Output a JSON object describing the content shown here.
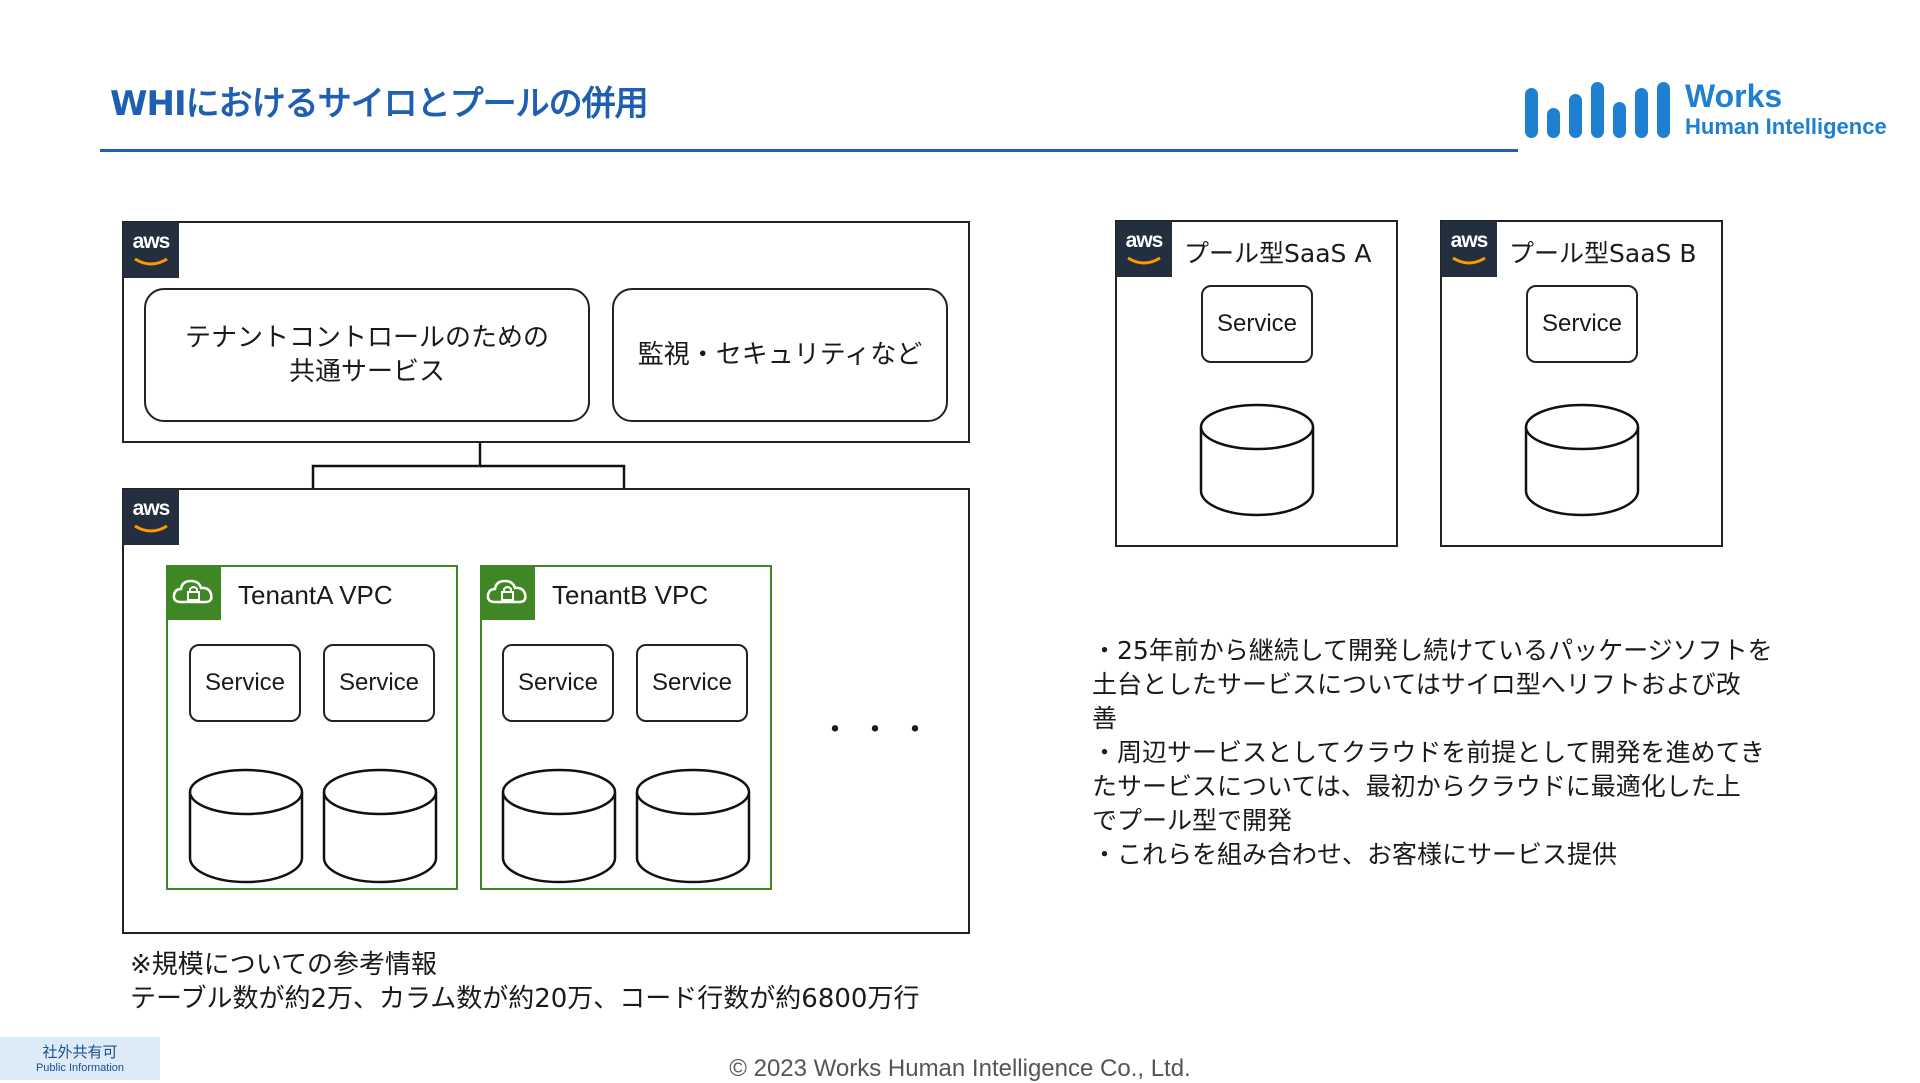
{
  "slide": {
    "title": "WHIにおけるサイロとプールの併用",
    "logo": {
      "word1": "Works",
      "word2": "Human Intelligence"
    },
    "footer": "© 2023 Works Human Intelligence Co., Ltd.",
    "share_badge": {
      "line1": "社外共有可",
      "line2": "Public Information"
    }
  },
  "diagram": {
    "aws_badge": "aws",
    "control": {
      "common_services": [
        "テナントコントロールのための",
        "共通サービス"
      ],
      "monitoring": "監視・セキュリティなど"
    },
    "tenants": [
      {
        "name": "TenantA VPC",
        "services": [
          "Service",
          "Service"
        ]
      },
      {
        "name": "TenantB VPC",
        "services": [
          "Service",
          "Service"
        ]
      }
    ],
    "ellipsis": "・・・",
    "pool": [
      {
        "name": "プール型SaaS A",
        "service": "Service"
      },
      {
        "name": "プール型SaaS B",
        "service": "Service"
      }
    ]
  },
  "bullets": [
    "・25年前から継続して開発し続けているパッケージソフトを",
    "土台としたサービスについてはサイロ型へリフトおよび改",
    "善",
    "・周辺サービスとしてクラウドを前提として開発を進めてき",
    "たサービスについては、最初からクラウドに最適化した上",
    "でプール型で開発",
    "・これらを組み合わせ、お客様にサービス提供"
  ],
  "note": [
    "※規模についての参考情報",
    "テーブル数が約2万、カラム数が約20万、コード行数が約6800万行"
  ],
  "colors": {
    "title_blue": "#1f5fb0",
    "aws_dark": "#232f3e",
    "vpc_green": "#3f8624",
    "logo_blue": "#1f7fd0"
  }
}
